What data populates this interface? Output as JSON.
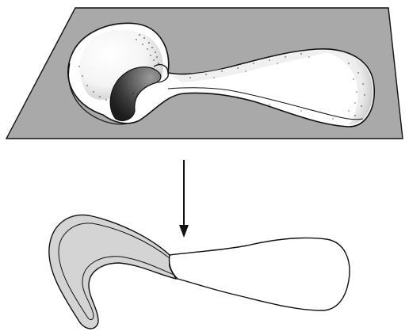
{
  "figure": {
    "colors": {
      "background": "#ffffff",
      "plane_fill": "#a9a9a9",
      "stroke": "#111111",
      "body_fill": "#ffffff",
      "stipple": "#222222",
      "section_band_fill": "#d4d4d4"
    },
    "icons": [
      "plane-with-sunken-model",
      "down-arrow",
      "cross-section-outline"
    ]
  }
}
